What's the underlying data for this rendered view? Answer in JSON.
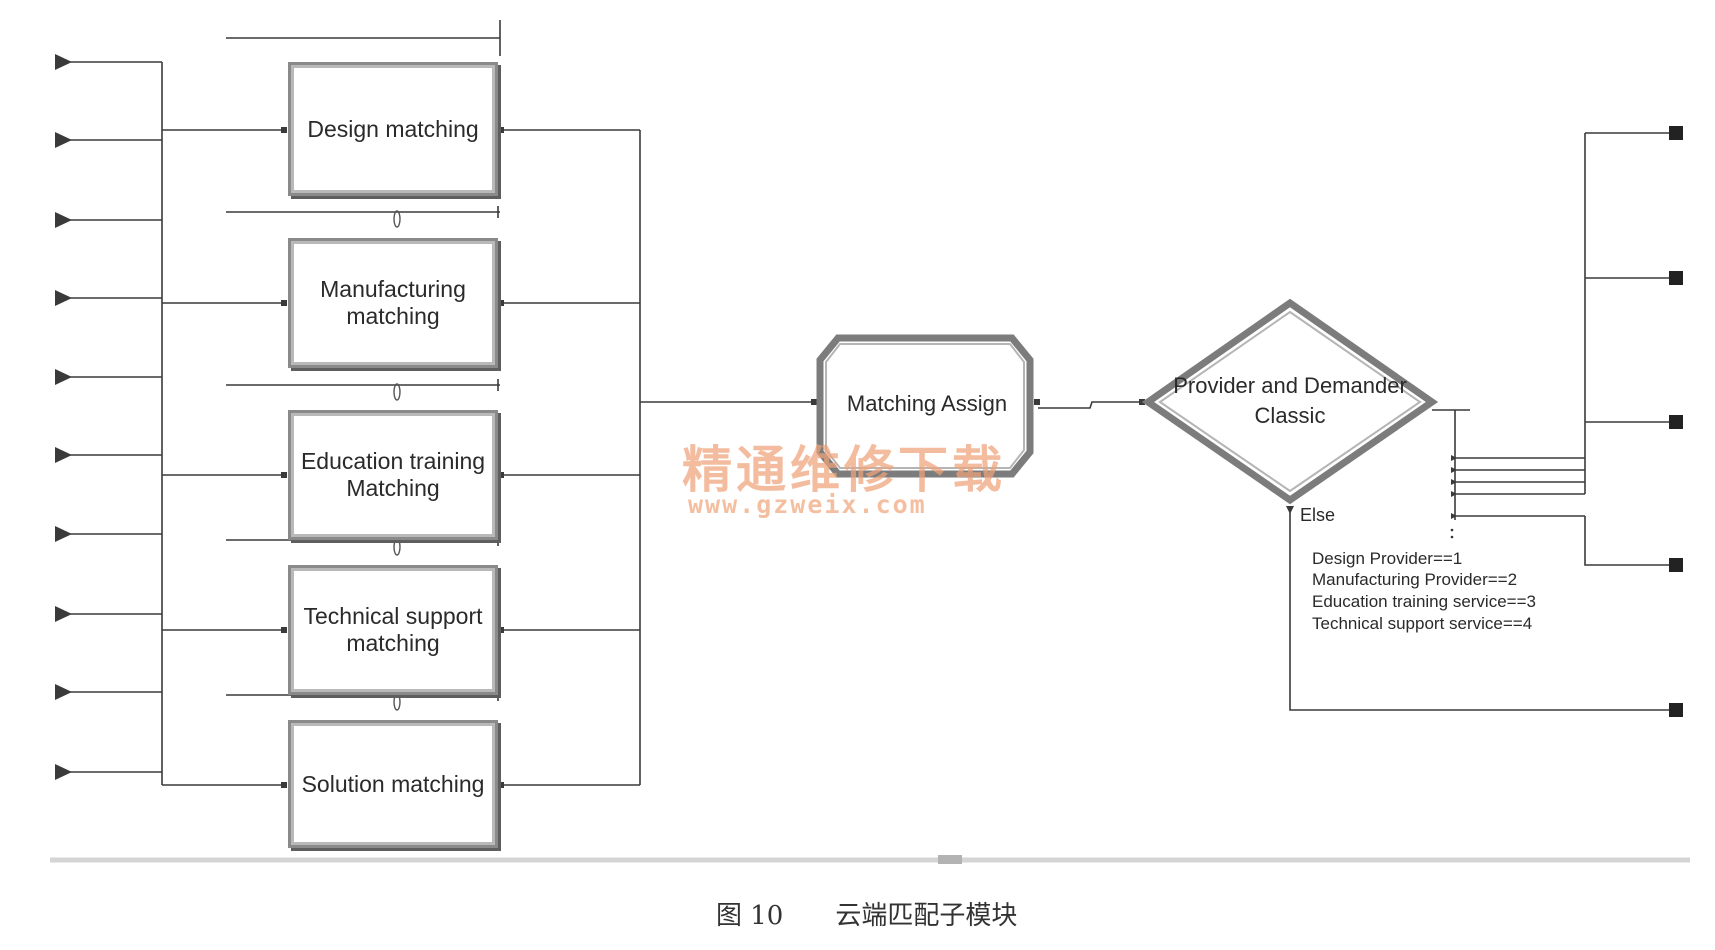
{
  "modules": [
    {
      "id": "design",
      "label": "Design matching"
    },
    {
      "id": "manufacturing",
      "label": "Manufacturing\nmatching"
    },
    {
      "id": "education",
      "label": "Education training\nMatching"
    },
    {
      "id": "technical",
      "label": "Technical support\nmatching"
    },
    {
      "id": "solution",
      "label": "Solution matching"
    }
  ],
  "assign": {
    "label": "Matching Assign"
  },
  "decide": {
    "label": "Provider and Demander\nClassic",
    "else_label": "Else",
    "conditions": [
      "Design Provider==1",
      "Manufacturing Provider==2",
      "Education training service==3",
      "Technical support service==4"
    ]
  },
  "watermark": {
    "cn": "精通维修下载",
    "url": "www.gzweix.com"
  },
  "caption": "图 10　　云端匹配子模块"
}
